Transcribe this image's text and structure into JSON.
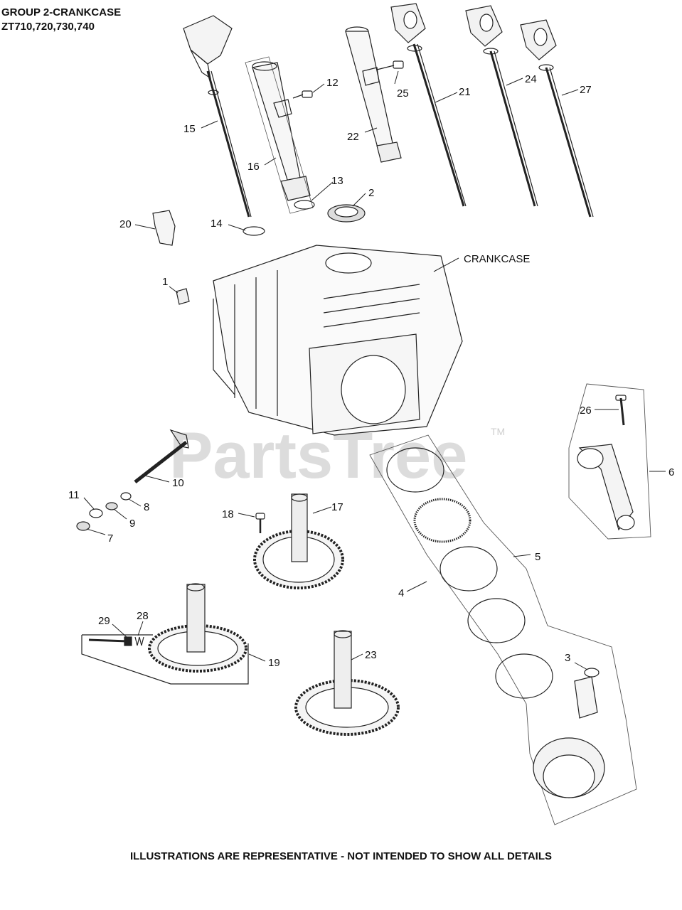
{
  "header": {
    "group_title": "GROUP 2-CRANKCASE",
    "models": "ZT710,720,730,740"
  },
  "footer": {
    "disclaimer": "ILLUSTRATIONS ARE REPRESENTATIVE - NOT INTENDED TO SHOW ALL DETAILS"
  },
  "watermark": {
    "text": "PartsTree",
    "trademark": "TM"
  },
  "callouts": {
    "c1": "1",
    "c2": "2",
    "c3": "3",
    "c4": "4",
    "c5": "5",
    "c6": "6",
    "c7": "7",
    "c8": "8",
    "c9": "9",
    "c10": "10",
    "c11": "11",
    "c12": "12",
    "c13": "13",
    "c14": "14",
    "c15": "15",
    "c16": "16",
    "c17": "17",
    "c18": "18",
    "c19": "19",
    "c20": "20",
    "c21": "21",
    "c22": "22",
    "c23": "23",
    "c24": "24",
    "c25": "25",
    "c26": "26",
    "c27": "27",
    "c28": "28",
    "c29": "29",
    "crankcase": "CRANKCASE"
  },
  "colors": {
    "line": "#222222",
    "watermark": "#dcdcdc"
  }
}
